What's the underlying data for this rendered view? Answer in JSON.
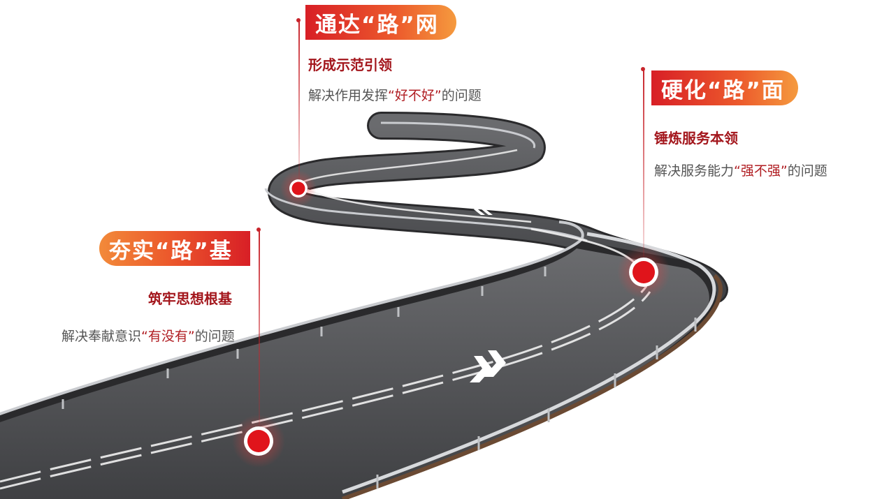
{
  "sections": {
    "top": {
      "title": "通达“路”网",
      "subtitle": "形成示范引领",
      "desc_before": "解决作用发挥",
      "desc_highlight": "“好不好”",
      "desc_after": "的问题"
    },
    "right": {
      "title": "硬化“路”面",
      "subtitle": "锤炼服务本领",
      "desc_before": "解决服务能力",
      "desc_highlight": "“强不强”",
      "desc_after": "的问题"
    },
    "left": {
      "title": "夯实“路”基",
      "subtitle": "筑牢思想根基",
      "desc_before": "解决奉献意识",
      "desc_highlight": "“有没有”",
      "desc_after": "的问题"
    }
  },
  "colors": {
    "accent_red": "#d81f26",
    "accent_orange": "#f28a3a",
    "subtitle_red": "#a3161c",
    "road": "#4a4b4e"
  },
  "icons": [
    "road-illustration",
    "milestone-marker",
    "direction-chevron-icon"
  ]
}
